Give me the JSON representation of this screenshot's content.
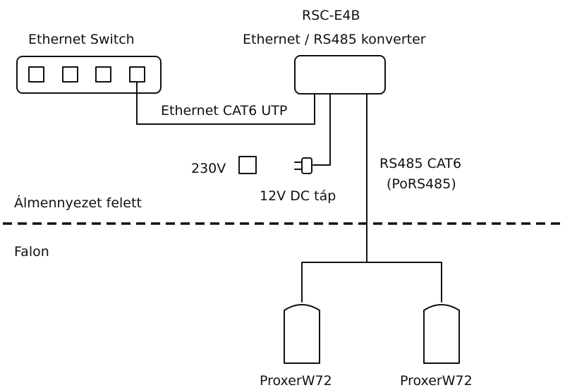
{
  "switch": {
    "label": "Ethernet Switch",
    "port_count": 4
  },
  "converter": {
    "model": "RSC-E4B",
    "description": "Ethernet / RS485 konverter"
  },
  "links": {
    "ethernet_cable": "Ethernet CAT6 UTP",
    "rs485_cable_line1": "RS485 CAT6",
    "rs485_cable_line2": "(PoRS485)"
  },
  "power": {
    "outlet_label": "230V",
    "adapter_label": "12V DC táp"
  },
  "zones": {
    "above": "Álmennyezet felett",
    "below": "Falon"
  },
  "readers": [
    {
      "label": "ProxerW72"
    },
    {
      "label": "ProxerW72"
    }
  ]
}
